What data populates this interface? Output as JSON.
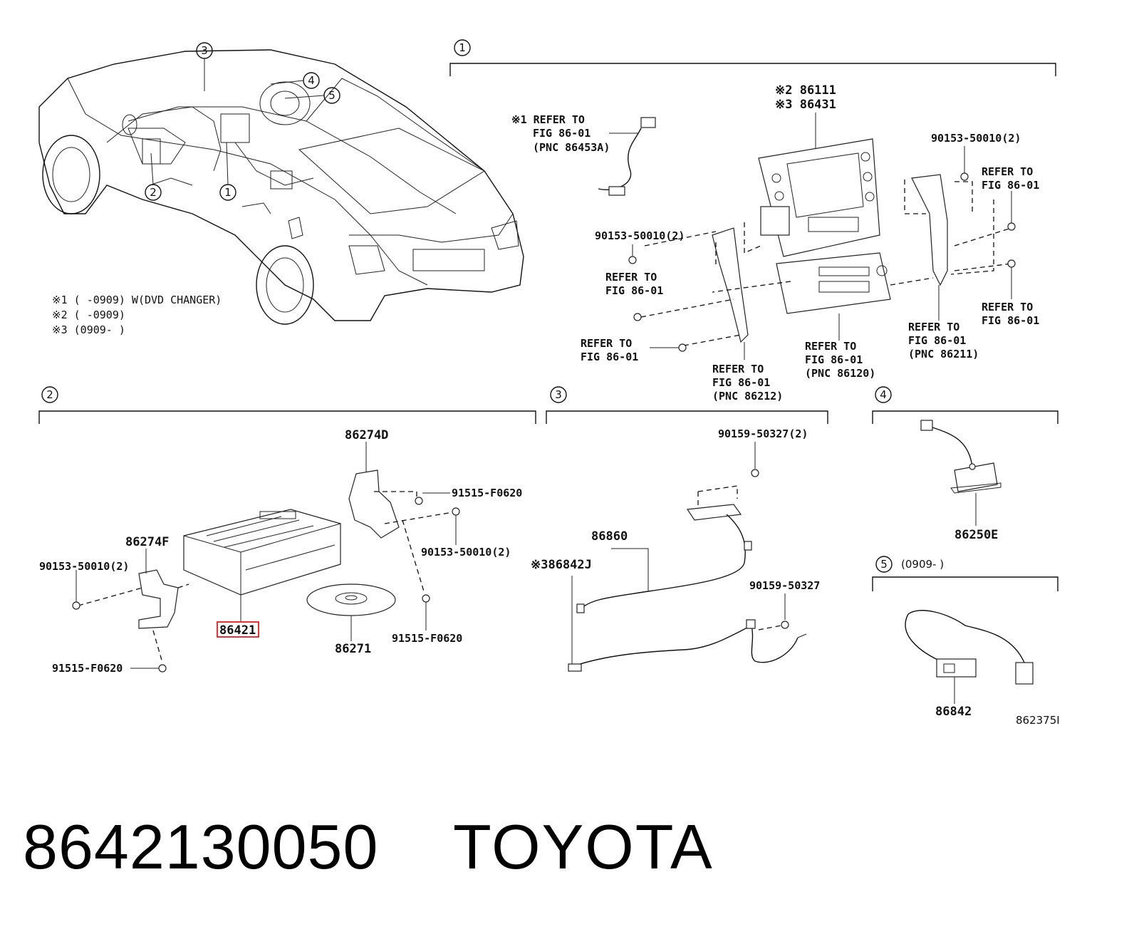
{
  "diagram": {
    "sections": {
      "s1": "1",
      "s2": "2",
      "s3": "3",
      "s4": "4",
      "s5": "5",
      "s5_date": "(0909-      )"
    },
    "car": {
      "callouts": [
        "3",
        "4",
        "5",
        "2",
        "1"
      ],
      "notes": [
        "※1 (     -0909) W(DVD CHANGER)",
        "※2 (     -0909)",
        "※3 (0909-     )"
      ]
    },
    "section1": {
      "ref_1a": "※1 REFER TO",
      "ref_1b": "FIG 86-01",
      "ref_1c": "(PNC 86453A)",
      "p86111": "※2 86111",
      "p86431": "※3 86431",
      "bolt_tr": "90153-50010(2)",
      "bolt_l": "90153-50010(2)",
      "ref_r1a": "REFER TO",
      "ref_r1b": "FIG 86-01",
      "ref_l1a": "REFER TO",
      "ref_l1b": "FIG 86-01",
      "ref_l2a": "REFER TO",
      "ref_l2b": "FIG 86-01",
      "ref_r2a": "REFER TO",
      "ref_r2b": "FIG 86-01",
      "ref_b1a": "REFER TO",
      "ref_b1b": "FIG 86-01",
      "ref_b1c": "(PNC 86212)",
      "ref_b2a": "REFER TO",
      "ref_b2b": "FIG 86-01",
      "ref_b2c": "(PNC 86120)",
      "ref_b3a": "REFER TO",
      "ref_b3b": "FIG 86-01",
      "ref_b3c": "(PNC 86211)"
    },
    "section2": {
      "p86274D": "86274D",
      "p86274F": "86274F",
      "b91515a": "91515-F0620",
      "b90153a": "90153-50010(2)",
      "b90153b": "90153-50010(2)",
      "b91515b": "91515-F0620",
      "b91515c": "91515-F0620",
      "p86421": "86421",
      "p86271": "86271"
    },
    "section3": {
      "b90159a": "90159-50327(2)",
      "p86860": "86860",
      "p86842J": "※386842J",
      "b90159b": "90159-50327"
    },
    "section4": {
      "p86250E": "86250E"
    },
    "section5": {
      "p86842": "86842"
    },
    "fig_code": "862375I"
  },
  "footer": {
    "part_number": "8642130050",
    "brand": "TOYOTA"
  },
  "colors": {
    "highlight": "#e00000",
    "ink": "#111111"
  }
}
